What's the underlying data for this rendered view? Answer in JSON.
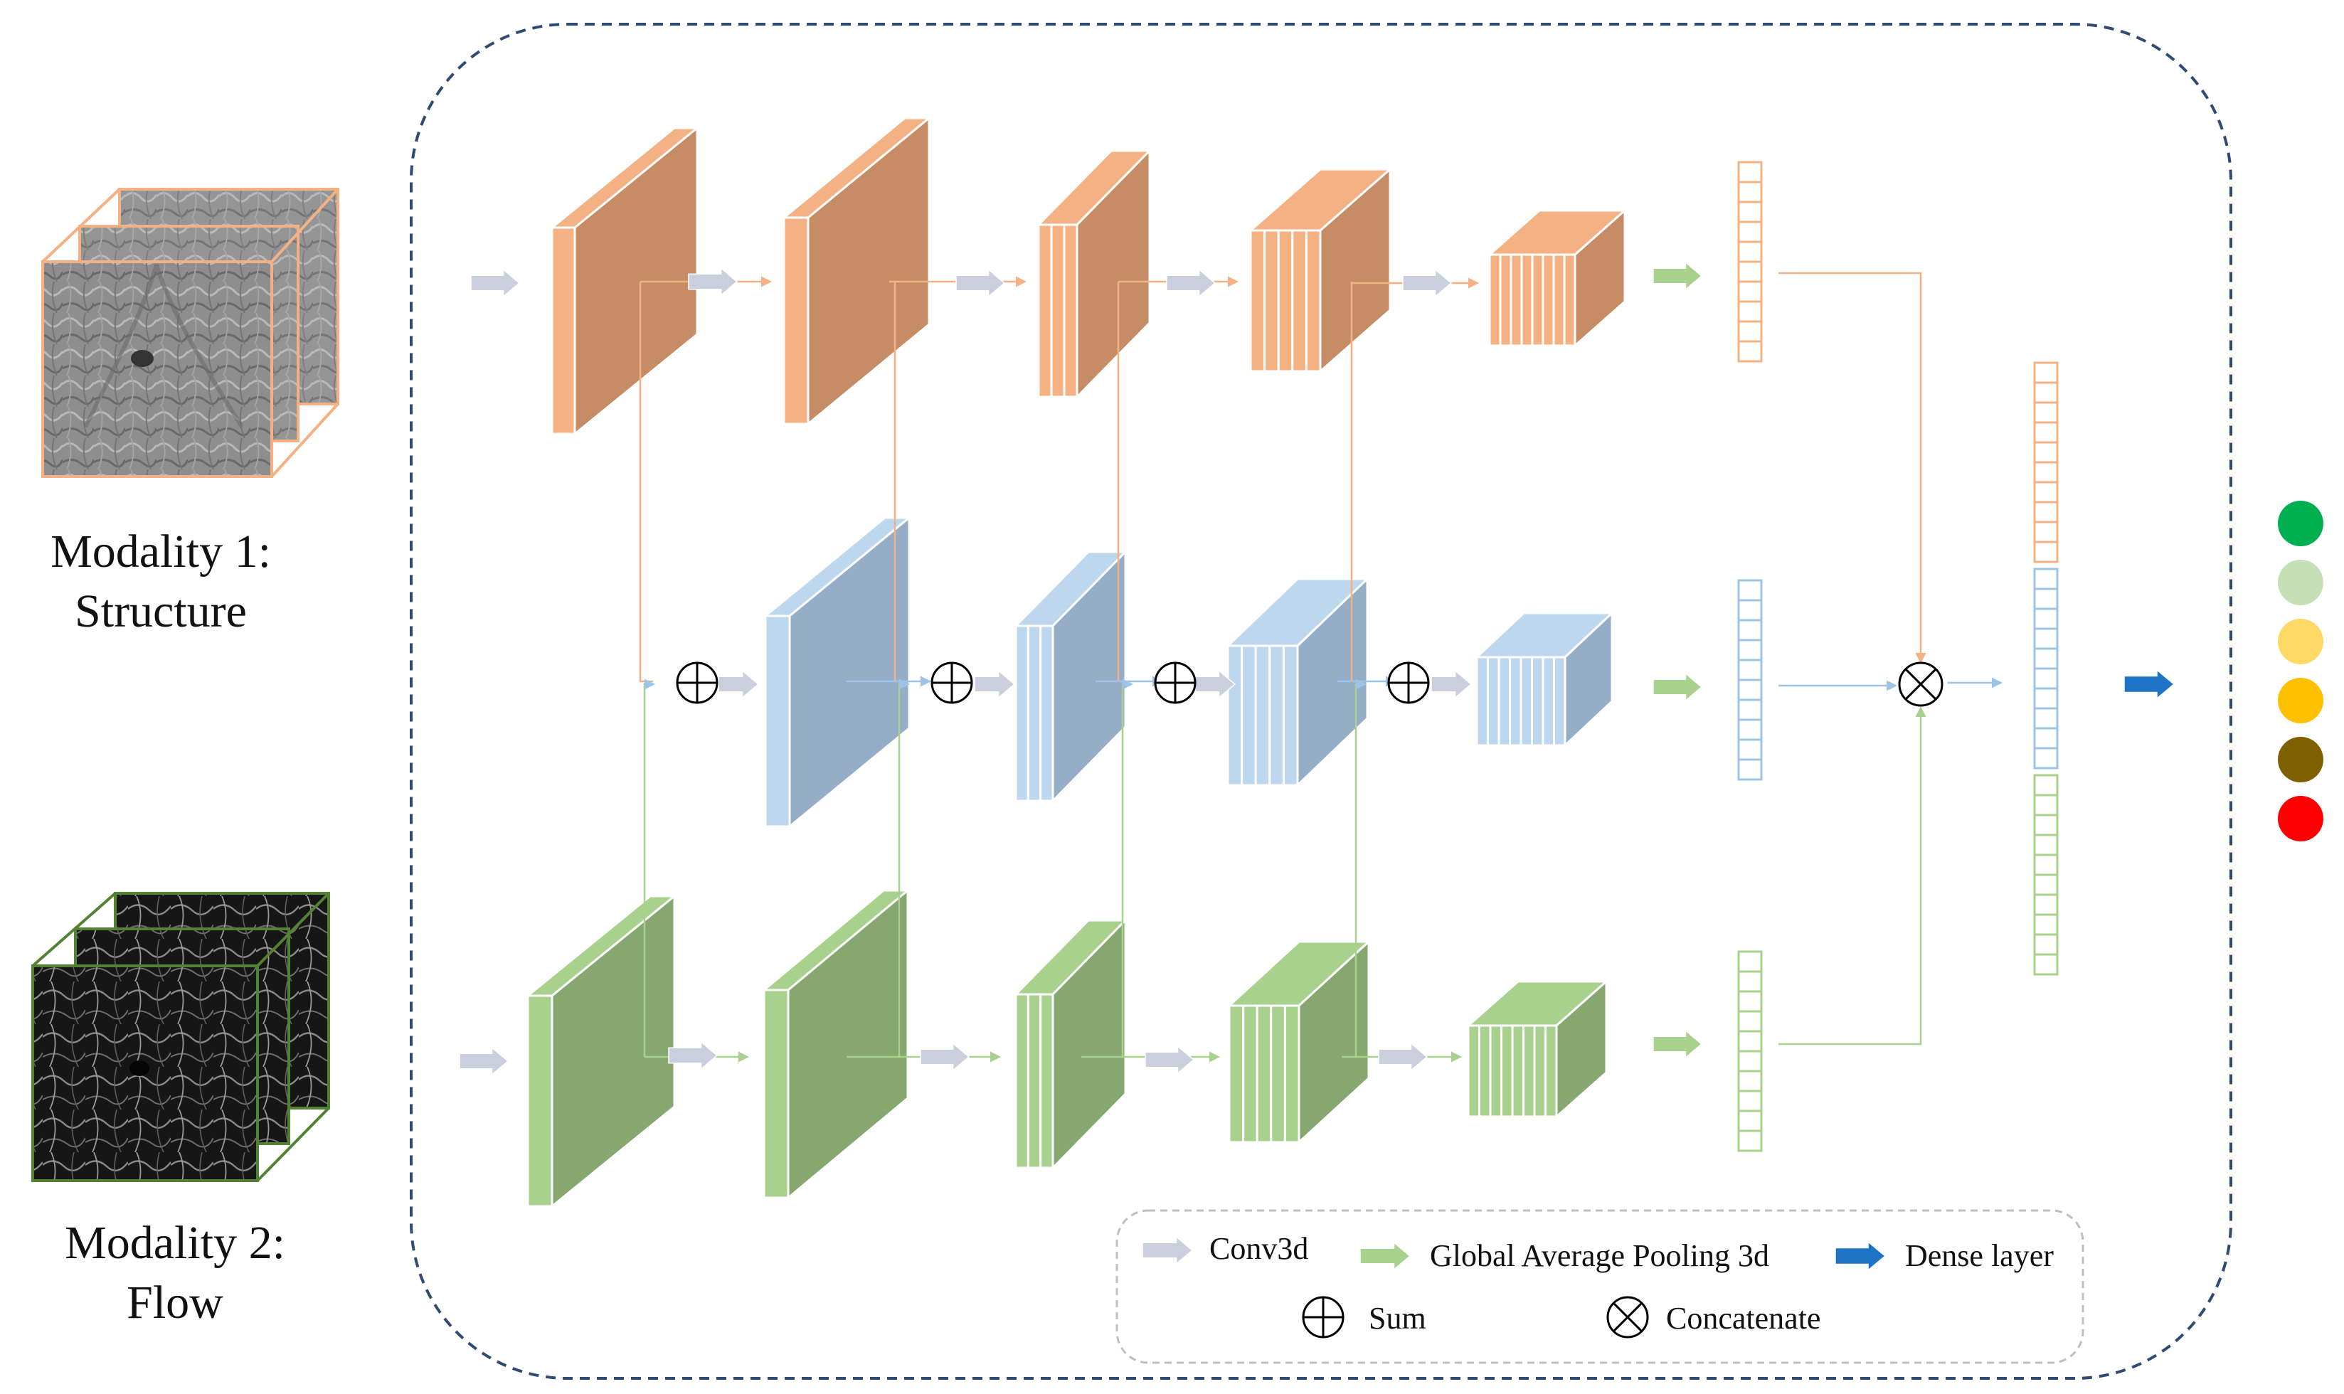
{
  "modalities": [
    {
      "line1": "Modality 1:",
      "line2": "Structure"
    },
    {
      "line1": "Modality 2:",
      "line2": "Flow"
    }
  ],
  "legend": {
    "conv3d": "Conv3d",
    "gap3d": "Global Average Pooling 3d",
    "dense": "Dense layer",
    "sum": "Sum",
    "concatenate": "Concatenate"
  },
  "colors": {
    "structure_branch": "#f4b183",
    "structure_dark": "#c58c66",
    "fusion_branch": "#bdd7ee",
    "fusion_dark": "#96adc8",
    "flow_branch": "#a9d18e",
    "flow_dark": "#86a870",
    "conv_arrow": "#c9cfdc",
    "gap_arrow": "#a9d18e",
    "dense_arrow": "#1f73c6",
    "frame": "#2f4a73"
  },
  "output_classes": [
    "#00b050",
    "#c5e0b4",
    "#ffd966",
    "#ffc000",
    "#7f6000",
    "#ff0000"
  ]
}
